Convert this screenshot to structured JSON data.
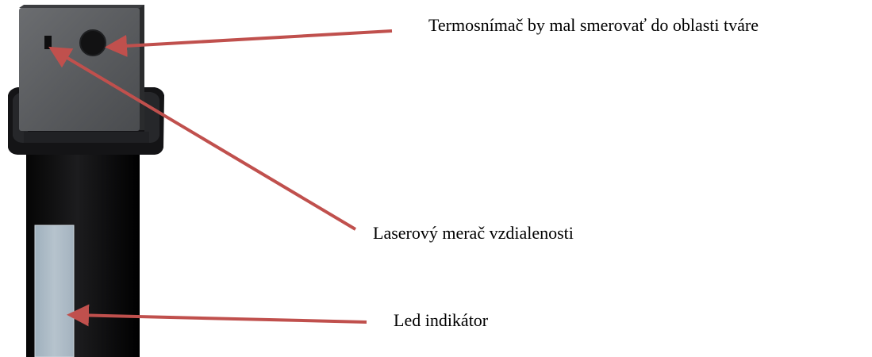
{
  "annotations": {
    "thermal_sensor": "Termosnímač by mal smerovať do oblasti tváre",
    "laser_rangefinder": "Laserový merač vzdialenosti",
    "led_indicator": "Led indikátor"
  },
  "colors": {
    "arrow": "#c0504d",
    "sensor_head": "#5a5c5e",
    "body": "#0b0b0c",
    "led_strip": "#aebbc6"
  }
}
